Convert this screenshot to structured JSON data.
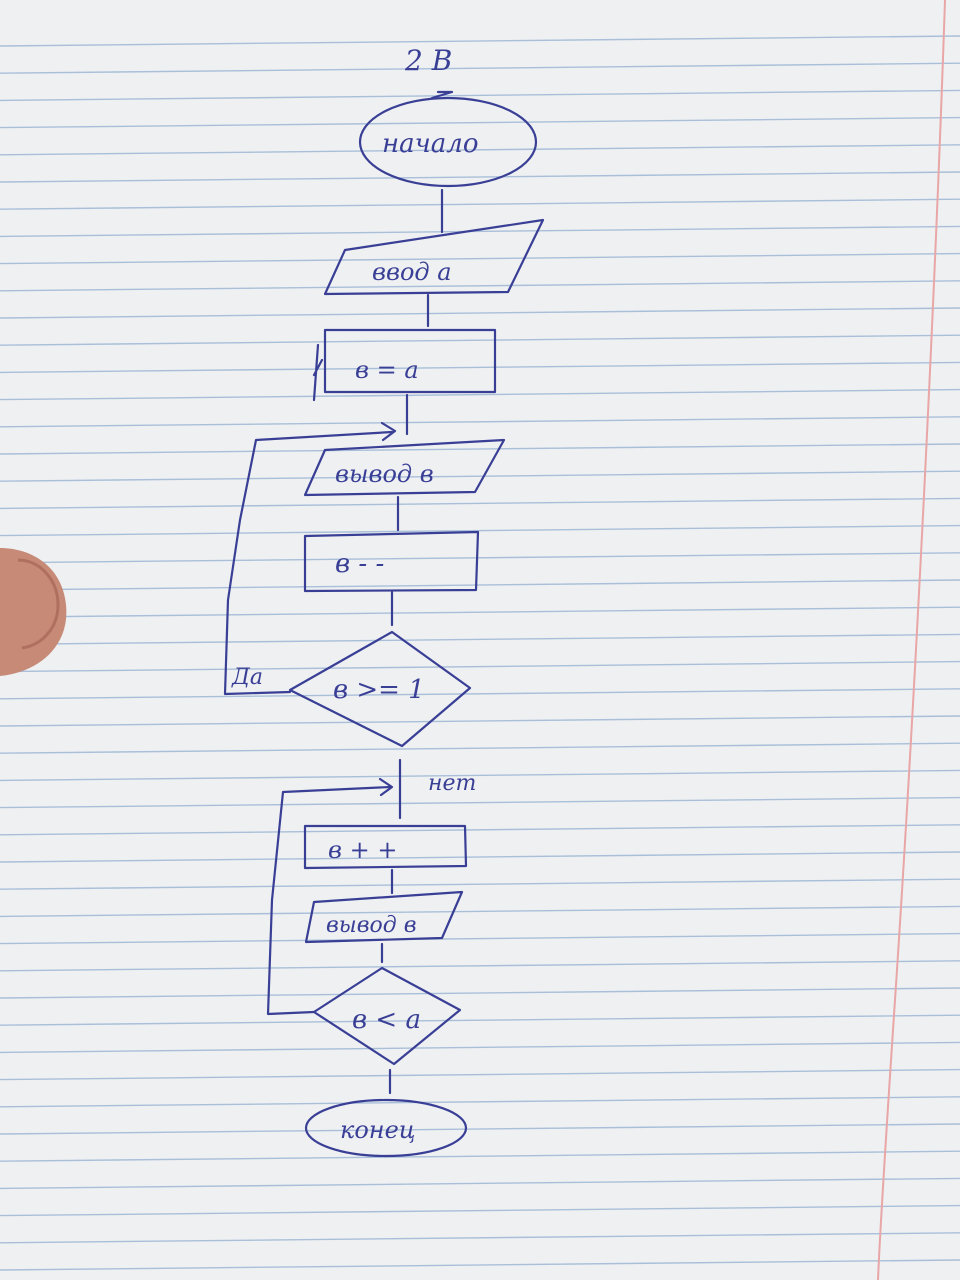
{
  "sheet": {
    "paper_color": "#eef0f2",
    "ruling_color": "#a9bfd9",
    "margin_color": "#e9a6a6",
    "ink_color": "#3a3f96"
  },
  "diagram": {
    "variant_label": "2 В",
    "start_label": "начало",
    "input_label": "ввод a",
    "assign_label": "в = a",
    "output1_label": "вывод в",
    "decrement_label": "в - -",
    "condition1_label": "в >= 1",
    "yes_label": "Да",
    "no_label": "нет",
    "increment_label": "в + +",
    "output2_label": "вывод в",
    "condition2_label": "в < a",
    "end_label": "конец"
  }
}
